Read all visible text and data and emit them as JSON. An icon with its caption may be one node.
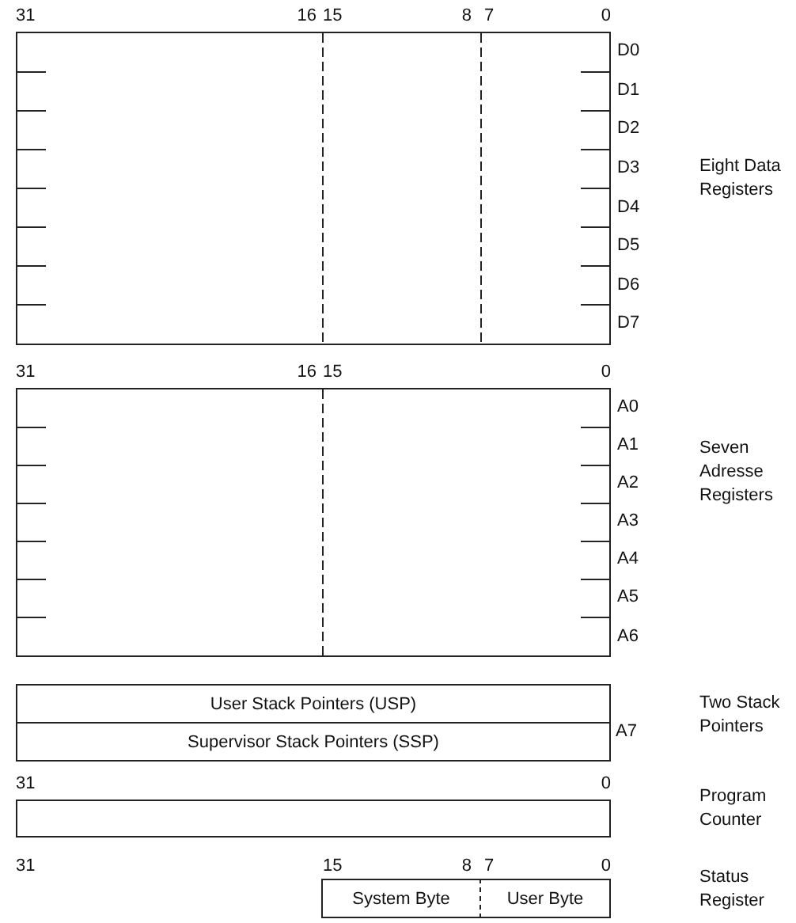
{
  "diagram": {
    "nodes": [
      {
        "text": [],
        "shape": "box"
      },
      {
        "text": [],
        "shape": "box"
      },
      {
        "text": [
          "User Stack Pointers (USP)"
        ]
      },
      {
        "text": [
          "Supervisor Stack Pointers (SSP)"
        ]
      },
      {
        "text": [],
        "shape": "box"
      },
      {
        "text": [
          "System Byte"
        ]
      },
      {
        "text": [
          "User Byte"
        ]
      }
    ],
    "labels": [
      "31",
      "16",
      "15",
      "8",
      "7",
      "0",
      "D0",
      "D1",
      "D2",
      "D3",
      "D4",
      "D5",
      "D6",
      "D7",
      "Eight Data Registers",
      "31",
      "16",
      "15",
      "0",
      "A0",
      "A1",
      "A2",
      "A3",
      "A4",
      "A5",
      "A6",
      "Seven Adresse Registers",
      "A7",
      "Two Stack Pointers",
      "31",
      "0",
      "Program Counter",
      "31",
      "15",
      "8",
      "7",
      "0",
      "Status Register"
    ]
  }
}
